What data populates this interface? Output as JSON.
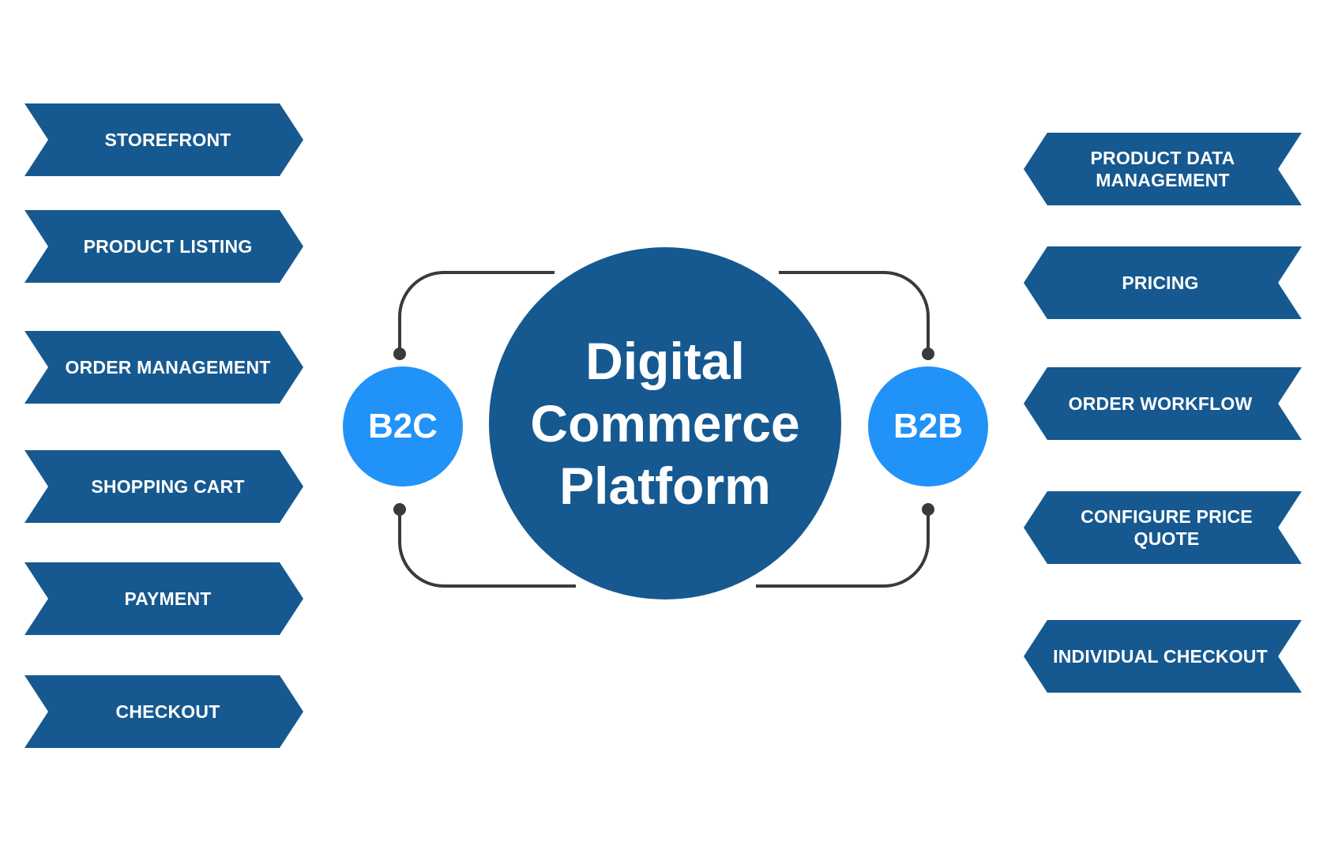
{
  "center": {
    "lines": [
      "Digital",
      "Commerce",
      "Platform"
    ]
  },
  "b2c": {
    "label": "B2C",
    "items": [
      "STOREFRONT",
      "PRODUCT LISTING",
      "ORDER MANAGEMENT",
      "SHOPPING CART",
      "PAYMENT",
      "CHECKOUT"
    ]
  },
  "b2b": {
    "label": "B2B",
    "items": [
      "PRODUCT DATA MANAGEMENT",
      "PRICING",
      "ORDER WORKFLOW",
      "CONFIGURE PRICE QUOTE",
      "INDIVIDUAL CHECKOUT"
    ]
  },
  "colors": {
    "dark_blue": "#165990",
    "light_blue": "#2192f8",
    "connector": "#3a3a3a"
  }
}
